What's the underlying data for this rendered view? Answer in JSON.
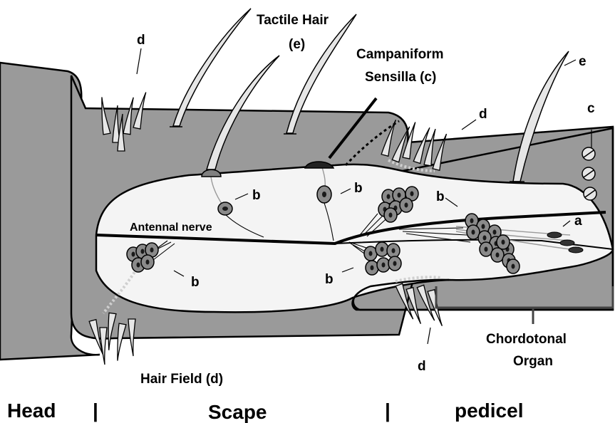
{
  "labels": {
    "tactile_hair_line1": "Tactile Hair",
    "tactile_hair_line2": "(e)",
    "campaniform_line1": "Campaniform",
    "campaniform_line2": "Sensilla (c)",
    "antennal_nerve": "Antennal nerve",
    "hair_field": "Hair Field  (d)",
    "chordotonal_line1": "Chordotonal",
    "chordotonal_line2": "Organ",
    "letter_a": "a",
    "letter_b": "b",
    "letter_c": "c",
    "letter_d": "d",
    "letter_e": "e"
  },
  "segments": {
    "head": "Head",
    "scape": "Scape",
    "pedicel": "pedicel",
    "separator": "|"
  },
  "colors": {
    "cuticle": "#9a9a9a",
    "lumen": "#f4f4f4",
    "outline": "#000000",
    "neuron": "#8a8a8a",
    "nucleus": "#1a1a1a"
  }
}
